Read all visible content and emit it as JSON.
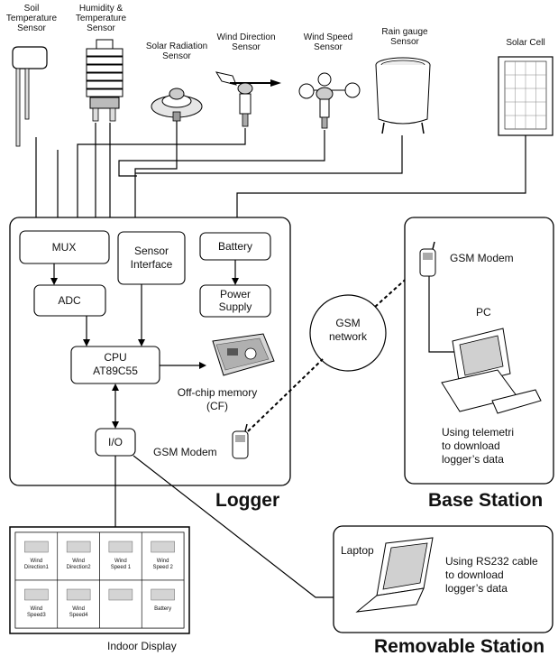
{
  "sensors": {
    "soil": "Soil\nTemperature\nSensor",
    "humidity": "Humidity &\nTemperature\nSensor",
    "solar_radiation": "Solar Radiation\nSensor",
    "wind_direction": "Wind Direction\nSensor",
    "wind_speed": "Wind Speed\nSensor",
    "rain_gauge": "Rain gauge\nSensor",
    "solar_cell": "Solar Cell"
  },
  "logger": {
    "title": "Logger",
    "mux": "MUX",
    "adc": "ADC",
    "sensor_interface": "Sensor\nInterface",
    "battery": "Battery",
    "power_supply": "Power\nSupply",
    "cpu": "CPU\nAT89C55",
    "memory": "Off-chip memory\n(CF)",
    "io": "I/O",
    "gsm_modem": "GSM Modem"
  },
  "network": {
    "gsm_network": "GSM\nnetwork"
  },
  "base_station": {
    "title": "Base Station",
    "gsm_modem": "GSM Modem",
    "pc": "PC",
    "caption": "Using telemetri\nto download\nlogger’s data"
  },
  "removable_station": {
    "title": "Removable Station",
    "laptop": "Laptop",
    "caption": "Using RS232 cable\nto download\nlogger’s data"
  },
  "indoor_display": {
    "title": "Indoor Display",
    "cells": [
      "Wind\nDirection1",
      "Wind\nDirection2",
      "Wind\nSpeed 1",
      "Wind\nSpeed 2",
      "Wind\nSpeed3",
      "Wind\nSpeed4",
      "",
      "Battery"
    ]
  }
}
